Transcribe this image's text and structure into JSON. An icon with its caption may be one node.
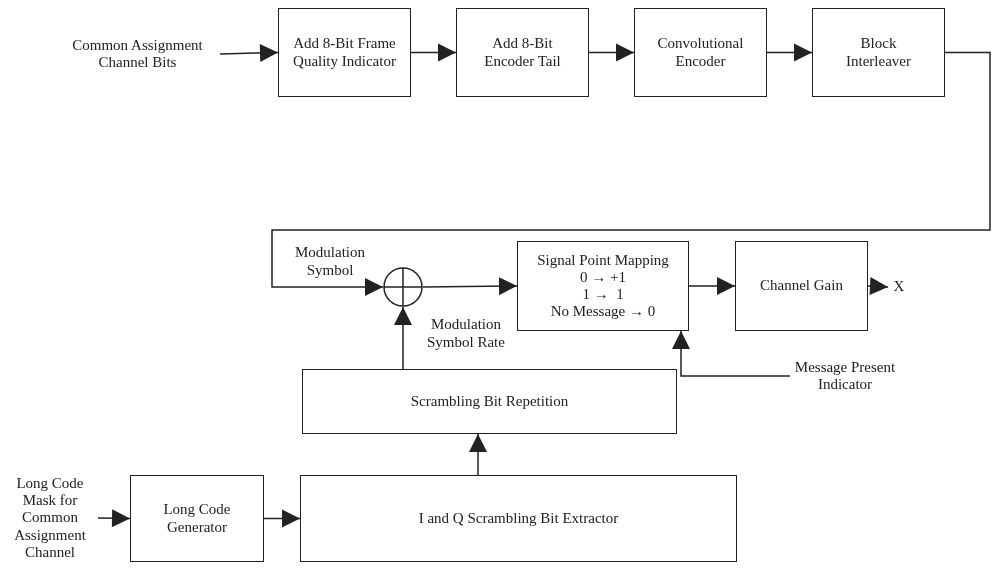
{
  "diagram": {
    "nodes": [
      {
        "text": [
          "Common Assignment Channel Bits"
        ]
      },
      {
        "text": [
          "Add 8-Bit Frame Quality Indicator"
        ]
      },
      {
        "text": [
          "Add 8-Bit Encoder Tail"
        ]
      },
      {
        "text": [
          "Convolutional Encoder"
        ]
      },
      {
        "text": [
          "Block Interleaver"
        ]
      },
      {
        "text": [],
        "shape": "circle"
      },
      {
        "text": [
          "Signal Point Mapping",
          "0 → +1",
          "1 →  1",
          "No Message → 0"
        ]
      },
      {
        "text": [
          "Channel Gain"
        ]
      },
      {
        "text": [
          "X"
        ]
      },
      {
        "text": [
          "Message Present Indicator"
        ]
      },
      {
        "text": [
          "Scrambling Bit Repetition"
        ]
      },
      {
        "text": [
          "Long Code Mask for Common Assignment Channel"
        ]
      },
      {
        "text": [
          "Long Code Generator"
        ]
      },
      {
        "text": [
          "I and Q Scrambling Bit Extractor"
        ]
      }
    ],
    "edges": [
      {
        "from": 0,
        "to": 1,
        "arrow": "to"
      },
      {
        "from": 1,
        "to": 2,
        "arrow": "to"
      },
      {
        "from": 2,
        "to": 3,
        "arrow": "to"
      },
      {
        "from": 3,
        "to": 4,
        "arrow": "to"
      },
      {
        "from": 4,
        "to": 5,
        "arrow": "to",
        "label": "Modulation Symbol"
      },
      {
        "from": 5,
        "to": 6,
        "arrow": "to"
      },
      {
        "from": 6,
        "to": 7,
        "arrow": "to"
      },
      {
        "from": 7,
        "to": 8,
        "arrow": "to"
      },
      {
        "from": 9,
        "to": 6,
        "arrow": "to"
      },
      {
        "from": 10,
        "to": 5,
        "arrow": "to",
        "label": "Modulation Symbol Rate"
      },
      {
        "from": 11,
        "to": 12,
        "arrow": "to"
      },
      {
        "from": 12,
        "to": 13,
        "arrow": "to"
      },
      {
        "from": 13,
        "to": 10,
        "arrow": "to"
      }
    ]
  }
}
